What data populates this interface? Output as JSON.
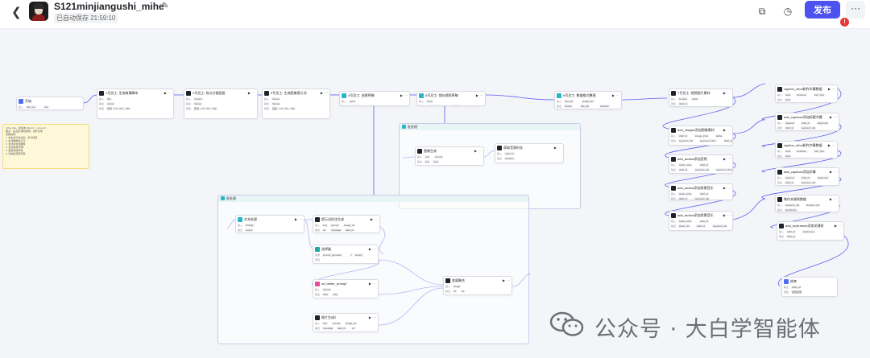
{
  "header": {
    "back_icon": "chevron-left-icon",
    "title": "S121minjiangushi_mihe",
    "saved_status": "已自动保存 21:59:10",
    "publish_label": "发布",
    "notification_count": "!",
    "more_label": "···"
  },
  "note": {
    "lines": [
      "mihe_buu，新版本 https://...  coze.cn/...",
      "要点：先设定/规划结构，逐步生成",
      "",
      "流程说明：",
      "1. 先生成分镜文案、拆分段落",
      "2. 生成图像提示词",
      "3. 生成并合成图像",
      "4. 生成音频/字幕",
      "5. 组装视频草稿",
      "6. 完成后获取草稿"
    ]
  },
  "groups": [
    {
      "title": "批处理"
    },
    {
      "title": "批处理"
    }
  ],
  "nodes": [
    {
      "title": "开始",
      "rows": [
        {
          "label": "输入",
          "chips": [
            "title_key",
            "role"
          ]
        }
      ]
    },
    {
      "title": "1号员工: 生成故事脚本",
      "rows": [
        {
          "label": "输入",
          "chips": [
            "title"
          ]
        },
        {
          "label": "输出",
          "chips": [
            "output"
          ]
        },
        {
          "label": "模型",
          "chips": [
            "豆包 · 1.5 · Pro · 32k"
          ]
        }
      ]
    },
    {
      "title": "2号员工: 拆分分镜画面",
      "rows": [
        {
          "label": "输入",
          "chips": [
            "content"
          ]
        },
        {
          "label": "输出",
          "chips": [
            "frames"
          ]
        },
        {
          "label": "模型",
          "chips": [
            "豆包 · 1.5 · Pro · 32k"
          ]
        }
      ]
    },
    {
      "title": "3号员工: 生成图像提示词",
      "rows": [
        {
          "label": "输入",
          "chips": [
            "frames"
          ]
        },
        {
          "label": "输出",
          "chips": [
            "frames"
          ]
        },
        {
          "label": "模型",
          "chips": [
            "豆包 · 1.5 · Pro · 32k"
          ]
        }
      ]
    },
    {
      "title": "4号员工: 创建草稿",
      "rows": [
        {
          "label": "输入",
          "chips": [
            "input"
          ]
        },
        {
          "label": "输出",
          "chips": [
            "draft_url"
          ]
        }
      ]
    },
    {
      "title": "5号员工: 保存视频草稿",
      "rows": [
        {
          "label": "输入",
          "chips": [
            "input"
          ]
        },
        {
          "label": "输出",
          "chips": [
            "duration_list",
            "text_list"
          ]
        }
      ]
    },
    {
      "title": "6号员工: 数据格式整理",
      "rows": [
        {
          "label": "输入",
          "chips": [
            "text_list",
            "image_list"
          ]
        },
        {
          "label": "输出",
          "chips": [
            "textlist",
            "title_list",
            "duration"
          ]
        }
      ]
    },
    {
      "title": "图像生成",
      "rows": [
        {
          "label": "输入",
          "chips": [
            "text",
            "prompt"
          ]
        },
        {
          "label": "输出",
          "chips": [
            "img",
            "msg"
          ]
        }
      ]
    },
    {
      "title": "获取音频时长",
      "rows": [
        {
          "label": "输入",
          "chips": [
            "mp3_url"
          ]
        },
        {
          "label": "输出",
          "chips": [
            "duration"
          ]
        }
      ]
    },
    {
      "title": "文本处理",
      "rows": [
        {
          "label": "输入",
          "chips": [
            "String1"
          ]
        },
        {
          "label": "输出",
          "chips": [
            "output"
          ]
        }
      ]
    },
    {
      "title": "提示词优化生成",
      "rows": [
        {
          "label": "输入",
          "chips": [
            "img",
            "prompt",
            "image_url"
          ]
        },
        {
          "label": "输出",
          "chips": [
            "url",
            "message",
            "task_id"
          ]
        }
      ]
    },
    {
      "title": "选择器",
      "rows": [
        {
          "label": "如果",
          "chips": [
            "prompt_generate",
            "=",
            "Empty"
          ]
        },
        {
          "label": "否则",
          "chips": []
        }
      ]
    },
    {
      "title": "sd_better_prompt",
      "rows": [
        {
          "label": "输入",
          "chips": [
            "prompt"
          ]
        },
        {
          "label": "输出",
          "chips": [
            "data",
            "msg"
          ]
        }
      ]
    },
    {
      "title": "图片生成2",
      "rows": [
        {
          "label": "输入",
          "chips": [
            "text",
            "prompt",
            "image_url"
          ]
        },
        {
          "label": "输出",
          "chips": [
            "message",
            "task_id",
            "url"
          ]
        }
      ]
    },
    {
      "title": "变量聚合",
      "rows": [
        {
          "label": "输入",
          "chips": [
            "image"
          ]
        },
        {
          "label": "输出",
          "chips": [
            "url",
            "url"
          ]
        }
      ]
    },
    {
      "title": "7号员工: 视频图片素材",
      "rows": [
        {
          "label": "输入",
          "chips": [
            "images",
            "audio"
          ]
        },
        {
          "label": "输出",
          "chips": [
            "draft_id"
          ]
        }
      ]
    },
    {
      "title": "add_images添加图像素材",
      "rows": [
        {
          "label": "输入",
          "chips": [
            "draft_id",
            "image_infos",
            "alpha"
          ]
        },
        {
          "label": "输出",
          "chips": [
            "segment_ids",
            "segment_infos",
            "draft_id"
          ]
        }
      ]
    },
    {
      "title": "add_audios添加音频",
      "rows": [
        {
          "label": "输入",
          "chips": [
            "audio_infos",
            "draft_id"
          ]
        },
        {
          "label": "输出",
          "chips": [
            "draft_id",
            "segment_ids",
            "segment_infos"
          ]
        }
      ]
    },
    {
      "title": "add_audios添加背景音乐",
      "rows": [
        {
          "label": "输入",
          "chips": [
            "audio_infos",
            "draft_id"
          ]
        },
        {
          "label": "输出",
          "chips": [
            "draft_id",
            "segment_ids"
          ]
        }
      ]
    },
    {
      "title": "add_audios添加背景音乐",
      "rows": [
        {
          "label": "输入",
          "chips": [
            "audio_infos",
            "draft_id"
          ]
        },
        {
          "label": "输出",
          "chips": [
            "audio_ids",
            "draft_id",
            "segment_ids"
          ]
        }
      ]
    },
    {
      "title": "caption_infos制作字幕数据",
      "rows": [
        {
          "label": "输入",
          "chips": [
            "texts",
            "timelines",
            "font_size"
          ]
        },
        {
          "label": "输出",
          "chips": [
            "infos"
          ]
        }
      ]
    },
    {
      "title": "add_captions添加标题字幕",
      "rows": [
        {
          "label": "输入",
          "chips": [
            "captions",
            "draft_id",
            "alignment"
          ]
        },
        {
          "label": "输出",
          "chips": [
            "draft_id",
            "segment_ids"
          ]
        }
      ]
    },
    {
      "title": "caption_infos制作字幕数据",
      "rows": [
        {
          "label": "输入",
          "chips": [
            "texts",
            "timelines",
            "font_size"
          ]
        },
        {
          "label": "输出",
          "chips": [
            "infos"
          ]
        }
      ]
    },
    {
      "title": "add_captions添加字幕",
      "rows": [
        {
          "label": "输入",
          "chips": [
            "captions",
            "draft_id",
            "alignment"
          ]
        },
        {
          "label": "输出",
          "chips": [
            "draft_id",
            "segment_ids"
          ]
        }
      ]
    },
    {
      "title": "制作关键帧数据",
      "rows": [
        {
          "label": "输入",
          "chips": [
            "segment_ids",
            "duration_list"
          ]
        },
        {
          "label": "输出",
          "chips": [
            "keyframes"
          ]
        }
      ]
    },
    {
      "title": "add_keyframes添加关键帧",
      "rows": [
        {
          "label": "输入",
          "chips": [
            "draft_id",
            "keyframes"
          ]
        },
        {
          "label": "输出",
          "chips": [
            "draft_id"
          ]
        }
      ]
    },
    {
      "title": "结束",
      "rows": [
        {
          "label": "输出",
          "chips": [
            "draft_url"
          ]
        },
        {
          "label": "回答",
          "chips": [
            "返回变量"
          ]
        }
      ]
    }
  ],
  "watermark": {
    "text": "公众号 · 大白学智能体",
    "logo_icon": "wechat-icon"
  },
  "colors": {
    "accent": "#4c52f0",
    "edge": "#5b5ef0",
    "note_bg": "#fff8d8"
  }
}
